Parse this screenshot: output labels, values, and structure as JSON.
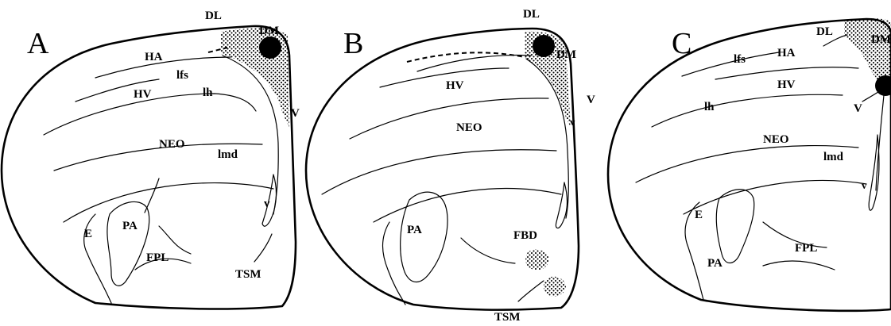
{
  "figure": {
    "panels": [
      {
        "letter": "A",
        "labels": {
          "DL": "DL",
          "DM": "DM",
          "HA": "HA",
          "lfs": "lfs",
          "HV": "HV",
          "lh": "lh",
          "V": "V",
          "NEO": "NEO",
          "lmd": "lmd",
          "v": "v",
          "PA": "PA",
          "E": "E",
          "FPL": "FPL",
          "TSM": "TSM"
        }
      },
      {
        "letter": "B",
        "labels": {
          "DL": "DL",
          "DM": "DM",
          "HV": "HV",
          "V": "V",
          "v": "v",
          "NEO": "NEO",
          "PA": "PA",
          "FBD": "FBD",
          "TSM": "TSM"
        }
      },
      {
        "letter": "C",
        "labels": {
          "DL": "DL",
          "DM": "DM",
          "lfs": "lfs",
          "HA": "HA",
          "HV": "HV",
          "lh": "lh",
          "V": "V",
          "NEO": "NEO",
          "lmd": "lmd",
          "v": "v",
          "E": "E",
          "PA": "PA",
          "FPL": "FPL"
        }
      }
    ],
    "colors": {
      "ink": "#000000",
      "paper": "#ffffff"
    }
  }
}
